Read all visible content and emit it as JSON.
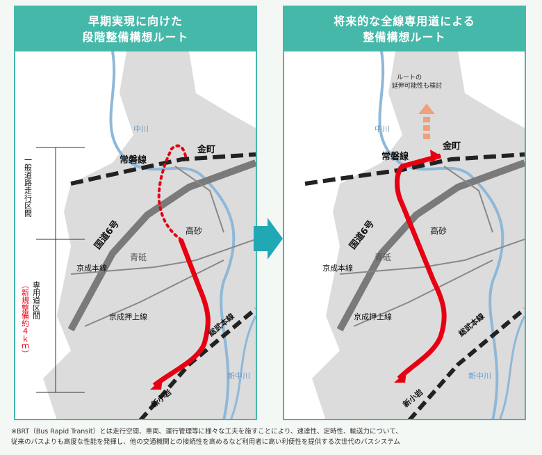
{
  "left_panel": {
    "title": "早期実現に向けた\n段階整備構想ルート",
    "labels": {
      "joban_line": "常磐線",
      "kanamachi": "金町",
      "takasago": "高砂",
      "aoto": "青砥",
      "keisei_main": "京成本線",
      "keisei_oshiage": "京成押上線",
      "route6": "国道6号",
      "nakagawa": "中川",
      "shin_nakagawa": "新中川",
      "sobu_line": "総武本線",
      "shin_koiwa": "新小岩",
      "segment_general": "一般道路走行区間",
      "segment_dedicated": "専用道区間",
      "segment_new": "（新規整備約４ｋｍ）"
    }
  },
  "right_panel": {
    "title": "将来的な全線専用道による\n整備構想ルート",
    "extension_note": "ルートの\n延伸可能性も検討",
    "labels": {
      "joban_line": "常磐線",
      "kanamachi": "金町",
      "takasago": "高砂",
      "aoto": "青砥",
      "keisei_main": "京成本線",
      "keisei_oshiage": "京成押上線",
      "route6": "国道6号",
      "nakagawa": "中川",
      "shin_nakagawa": "新中川",
      "sobu_line": "総武本線",
      "shin_koiwa": "新小岩"
    }
  },
  "footnote": {
    "line1": "※BRT（Bus Rapid Transit）とは走行空間、車両、運行管理等に様々な工夫を施すことにより、速達性、定時性、輸送力について、",
    "line2": "従来のバスよりも高度な性能を発揮し、他の交通機関との接続性を高めるなど利用者に高い利便性を提供する次世代のバスシステム"
  },
  "colors": {
    "header": "#45b8a9",
    "route": "#e60012",
    "river": "#8fb8d8",
    "land": "#dcdcdc",
    "road": "#7a7a7a",
    "arrow": "#20a8b5",
    "extension": "#f0a07a"
  }
}
